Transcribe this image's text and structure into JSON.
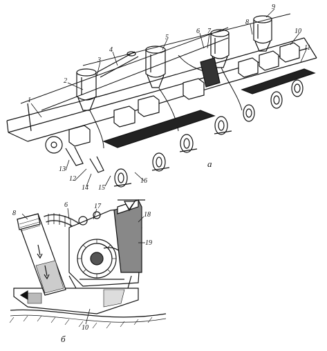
{
  "figure": {
    "subfigure_labels": {
      "top": "а",
      "bottom": "б"
    },
    "top_callouts": [
      "1",
      "2",
      "3",
      "4",
      "5",
      "6",
      "7",
      "8",
      "9",
      "10",
      "11",
      "12",
      "13",
      "14",
      "15",
      "16"
    ],
    "bottom_callouts": [
      "6",
      "8",
      "17",
      "18",
      "19",
      "10"
    ]
  }
}
